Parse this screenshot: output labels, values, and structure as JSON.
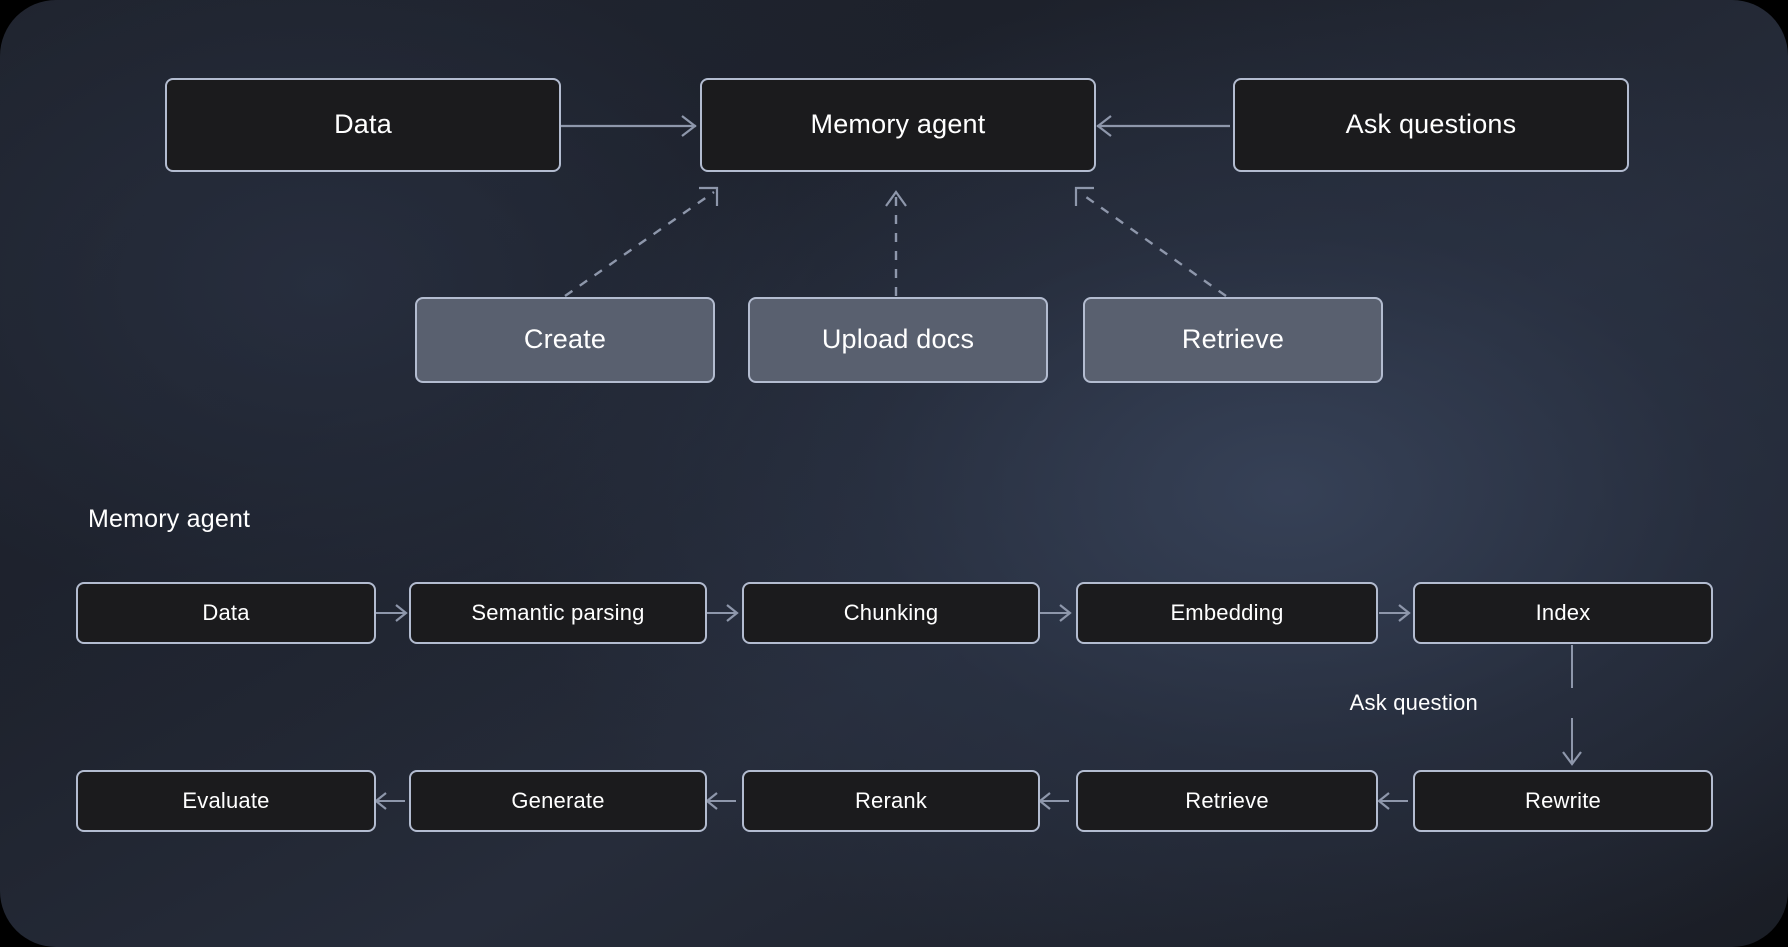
{
  "diagram": {
    "background_color": "#20242e",
    "node_dark_color": "#1b1b1d",
    "node_slate_color": "#59606f",
    "border_color": "#b3bcd0",
    "wire_color": "#8e97ab",
    "text_color": "#ffffff"
  },
  "overview": {
    "nodes": {
      "data": "Data",
      "memory_agent": "Memory agent",
      "ask_questions": "Ask questions"
    },
    "capabilities": [
      {
        "label": "Create"
      },
      {
        "label": "Upload docs"
      },
      {
        "label": "Retrieve"
      }
    ]
  },
  "pipeline": {
    "title": "Memory agent",
    "ingest_row": [
      {
        "label": "Data"
      },
      {
        "label": "Semantic parsing"
      },
      {
        "label": "Chunking"
      },
      {
        "label": "Embedding"
      },
      {
        "label": "Index"
      }
    ],
    "query_row": [
      {
        "label": "Evaluate"
      },
      {
        "label": "Generate"
      },
      {
        "label": "Rerank"
      },
      {
        "label": "Retrieve"
      },
      {
        "label": "Rewrite"
      }
    ],
    "connector_label": "Ask question"
  }
}
